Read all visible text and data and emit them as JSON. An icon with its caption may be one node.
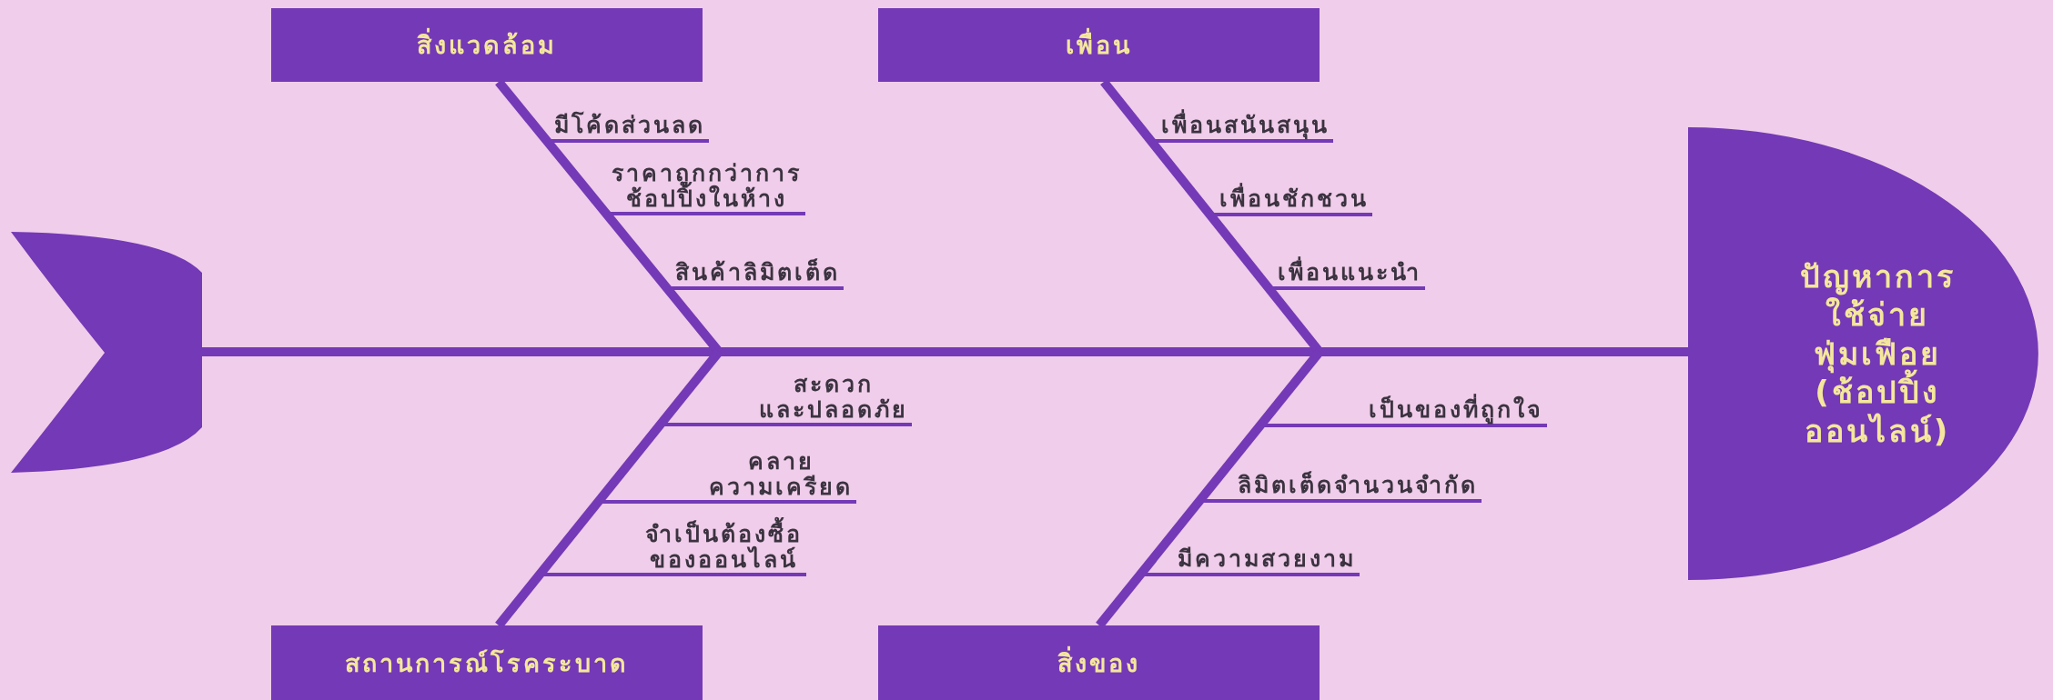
{
  "diagram": {
    "nodes": [
      {
        "text": [
          "สิ่งแวดล้อม"
        ]
      },
      {
        "text": [
          "เพื่อน"
        ]
      },
      {
        "text": [
          "มีโค้ดส่วนลด"
        ]
      },
      {
        "text": [
          "ราคาถูกกว่าการ ช้อปปิ้งในห้าง"
        ]
      },
      {
        "text": [
          "สินค้าลิมิตเต็ด"
        ]
      },
      {
        "text": [
          "เพื่อนสนันสนุน"
        ]
      },
      {
        "text": [
          "เพื่อนชักชวน"
        ]
      },
      {
        "text": [
          "เพื่อนแนะนำ"
        ]
      },
      {
        "text": [],
        "shape": "tail"
      },
      {
        "text": [
          "ปัญหาการ ใช้จ่าย ฟุ่มเฟือย (ช้อปปิ้ง ออนไลน์)"
        ]
      },
      {
        "text": [
          "สะดวก และปลอดภัย"
        ]
      },
      {
        "text": [
          "คลาย ความเครียด"
        ]
      },
      {
        "text": [
          "จำเป็นต้องซื้อ ของออนไลน์"
        ]
      },
      {
        "text": [
          "เป็นของที่ถูกใจ"
        ]
      },
      {
        "text": [
          "ลิมิตเต็ดจำนวนจำกัด"
        ]
      },
      {
        "text": [
          "มีความสวยงาม"
        ]
      },
      {
        "text": [
          "สถานการณ์โรคระบาด"
        ]
      },
      {
        "text": [
          "สิ่งของ"
        ]
      }
    ],
    "edges": [
      {
        "from": 8,
        "to": 9,
        "arrow": "none",
        "style": "thick"
      },
      {
        "from": 0,
        "to": null,
        "arrow": "none",
        "style": "thick"
      },
      {
        "from": 1,
        "to": null,
        "arrow": "none",
        "style": "thick"
      },
      {
        "from": 16,
        "to": null,
        "arrow": "none",
        "style": "thick"
      },
      {
        "from": 17,
        "to": null,
        "arrow": "none",
        "style": "thick"
      },
      {
        "from": 2,
        "to": null,
        "arrow": "none"
      },
      {
        "from": 3,
        "to": null,
        "arrow": "none"
      },
      {
        "from": 4,
        "to": null,
        "arrow": "none"
      },
      {
        "from": 5,
        "to": null,
        "arrow": "none"
      },
      {
        "from": 6,
        "to": null,
        "arrow": "none"
      },
      {
        "from": 7,
        "to": null,
        "arrow": "none"
      },
      {
        "from": 10,
        "to": null,
        "arrow": "none"
      },
      {
        "from": 11,
        "to": null,
        "arrow": "none"
      },
      {
        "from": 12,
        "to": null,
        "arrow": "none"
      },
      {
        "from": 13,
        "to": null,
        "arrow": "none"
      },
      {
        "from": 14,
        "to": null,
        "arrow": "none"
      },
      {
        "from": 15,
        "to": null,
        "arrow": "none"
      }
    ]
  }
}
